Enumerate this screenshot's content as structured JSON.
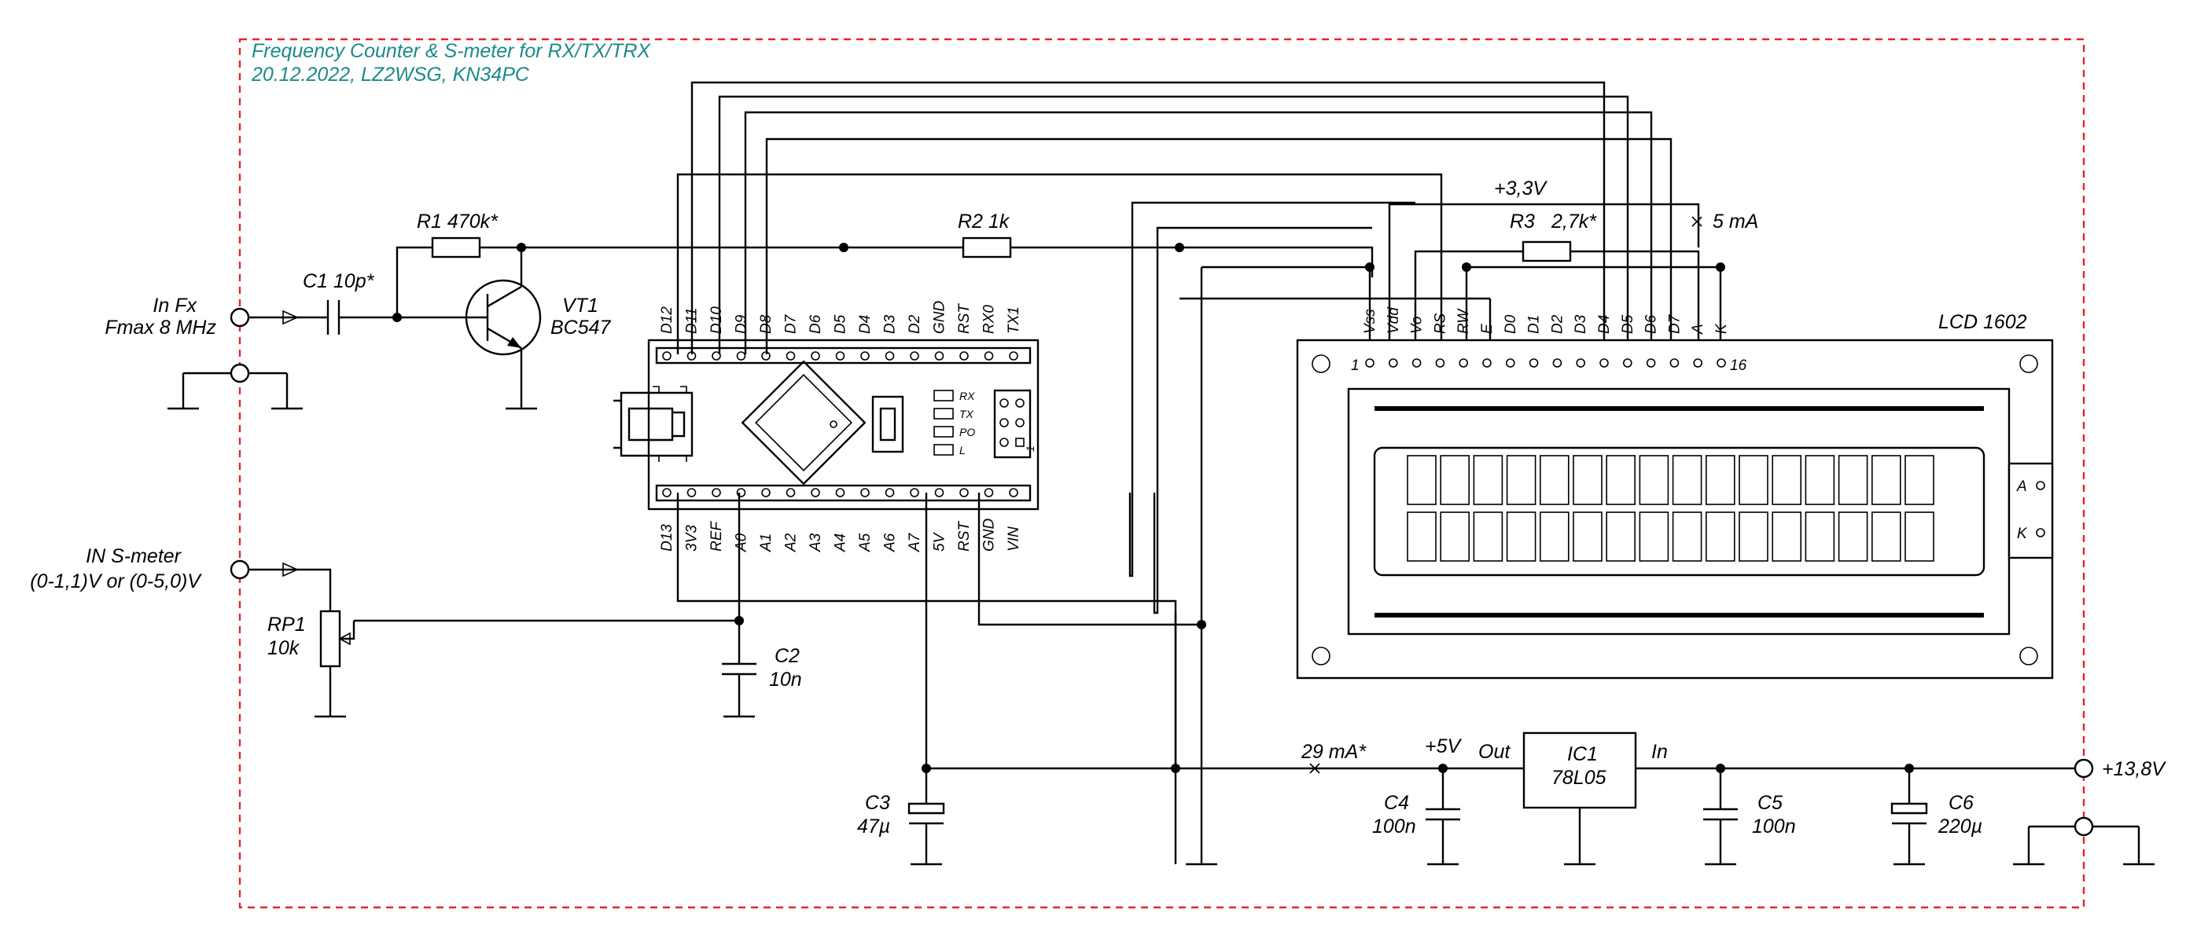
{
  "title": {
    "line1": "Frequency Counter & S-meter for RX/TX/TRX",
    "line2": "20.12.2022, LZ2WSG, KN34PC"
  },
  "inputs": {
    "fx_line1": "In Fx",
    "fx_line2": "Fmax 8 MHz",
    "smeter_line1": "IN S-meter",
    "smeter_line2": "(0-1,1)V or (0-5,0)V",
    "power": "+13,8V"
  },
  "components": {
    "c1": "C1  10p*",
    "r1": "R1  470k*",
    "vt1_name": "VT1",
    "vt1_type": "BC547",
    "r2": "R2  1k",
    "r3_name": "R3",
    "r3_value": "2,7k*",
    "rp1_name": "RP1",
    "rp1_value": "10k",
    "c2_name": "C2",
    "c2_value": "10n",
    "c3_name": "C3",
    "c3_value": "47µ",
    "c4_name": "C4",
    "c4_value": "100n",
    "c5_name": "C5",
    "c5_value": "100n",
    "c6_name": "C6",
    "c6_value": "220µ",
    "ic1_name": "IC1",
    "ic1_type": "78L05",
    "ic1_out": "Out",
    "ic1_in": "In",
    "lcd_name": "LCD 1602"
  },
  "annotations": {
    "v33": "+3,3V",
    "i_backlight": "5 mA",
    "i_supply": "29 mA*",
    "v5": "+5V",
    "lcd_pin_first": "1",
    "lcd_pin_last": "16",
    "lcd_side_a": "A",
    "lcd_side_k": "K",
    "nano_header_num": "1"
  },
  "nano": {
    "top_pins": [
      "D12",
      "D11",
      "D10",
      "D9",
      "D8",
      "D7",
      "D6",
      "D5",
      "D4",
      "D3",
      "D2",
      "GND",
      "RST",
      "RX0",
      "TX1"
    ],
    "bottom_pins": [
      "D13",
      "3V3",
      "REF",
      "A0",
      "A1",
      "A2",
      "A3",
      "A4",
      "A5",
      "A6",
      "A7",
      "5V",
      "RST",
      "GND",
      "VIN"
    ],
    "leds": [
      "RX",
      "TX",
      "PO",
      "L"
    ]
  },
  "lcd": {
    "pins": [
      "Vss",
      "Vdd",
      "Vo",
      "RS",
      "RW",
      "E",
      "D0",
      "D1",
      "D2",
      "D3",
      "D4",
      "D5",
      "D6",
      "D7",
      "A",
      "K"
    ]
  }
}
